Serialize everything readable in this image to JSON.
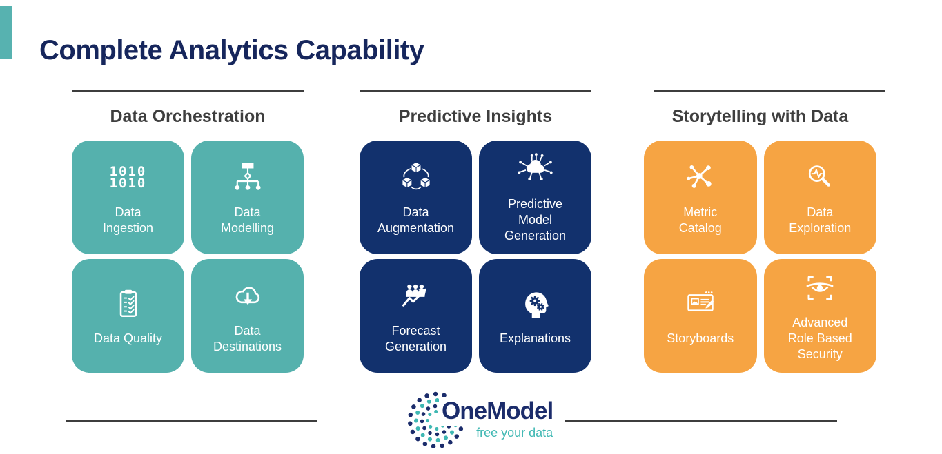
{
  "slide": {
    "title": "Complete Analytics Capability",
    "colors": {
      "accent_teal": "#57B2B0",
      "title_navy": "#16265C",
      "header_gray": "#3E3E3E",
      "divider_gray": "#3D3D3D",
      "card_teal": "#55B1AD",
      "card_navy": "#12316D",
      "card_orange": "#F6A443",
      "card_text": "#FFFFFF",
      "logo_navy": "#1B2C6B",
      "logo_teal": "#3FB8B3"
    }
  },
  "columns": [
    {
      "id": "data-orchestration",
      "title": "Data Orchestration",
      "card_color": "#55B1AD",
      "cards": [
        {
          "label": "Data Ingestion",
          "icon": "binary-icon",
          "icon_lines": [
            "1010",
            "1010"
          ]
        },
        {
          "label": "Data Modelling",
          "icon": "sitemap-icon"
        },
        {
          "label": "Data Quality",
          "icon": "clipboard-check-icon"
        },
        {
          "label": "Data Destinations",
          "icon": "cloud-download-icon"
        }
      ]
    },
    {
      "id": "predictive-insights",
      "title": "Predictive Insights",
      "card_color": "#12316D",
      "cards": [
        {
          "label": "Data Augmentation",
          "icon": "cubes-network-icon"
        },
        {
          "label": "Predictive Model Generation",
          "icon": "neural-cloud-icon"
        },
        {
          "label": "Forecast Generation",
          "icon": "people-growth-icon"
        },
        {
          "label": "Explanations",
          "icon": "head-gears-icon"
        }
      ]
    },
    {
      "id": "storytelling-with-data",
      "title": "Storytelling with Data",
      "card_color": "#F6A443",
      "cards": [
        {
          "label": "Metric Catalog",
          "icon": "hub-network-icon"
        },
        {
          "label": "Data Exploration",
          "icon": "magnifier-pulse-icon"
        },
        {
          "label": "Storyboards",
          "icon": "storyboard-icon"
        },
        {
          "label": "Advanced Role Based Security",
          "icon": "eye-scan-icon"
        }
      ]
    }
  ],
  "footer": {
    "brand": "OneModel",
    "tagline": "free your data"
  }
}
